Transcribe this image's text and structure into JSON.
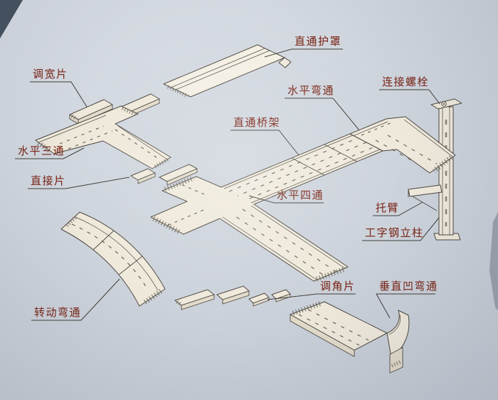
{
  "page": {
    "bg": "#cfd5dd",
    "kind": "scanned engineering diagram of cable tray (bridge frame) assembly"
  },
  "diagram": {
    "label_color": "#7d2b1d",
    "line_color": "#4a463f",
    "part_fill": "#efe9db",
    "labels": [
      {
        "id": "straight-cover",
        "text": "直通护罩"
      },
      {
        "id": "width-adjuster-piece",
        "text": "调宽片"
      },
      {
        "id": "horizontal-elbow",
        "text": "水平弯通"
      },
      {
        "id": "connecting-bolt",
        "text": "连接螺栓"
      },
      {
        "id": "straight-tray",
        "text": "直通桥架"
      },
      {
        "id": "horizontal-tee",
        "text": "水平三通"
      },
      {
        "id": "straight-connector-plate",
        "text": "直接片"
      },
      {
        "id": "horizontal-cross",
        "text": "水平四通"
      },
      {
        "id": "cantilever-arm",
        "text": "托臂"
      },
      {
        "id": "i-beam-column",
        "text": "工字钢立柱"
      },
      {
        "id": "angle-adjuster-piece",
        "text": "调角片"
      },
      {
        "id": "vertical-inside-elbow",
        "text": "垂直凹弯通"
      },
      {
        "id": "rotating-elbow",
        "text": "转动弯通"
      }
    ]
  }
}
